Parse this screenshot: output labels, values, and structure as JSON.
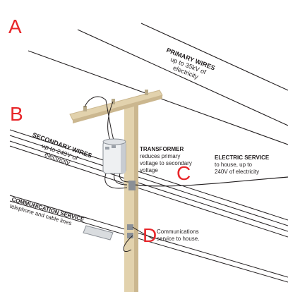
{
  "colors": {
    "marker": "#e8262a",
    "pole": "#e2d2ad",
    "pole_shade": "#cbb78f",
    "wire": "#231f20",
    "text": "#231f20"
  },
  "markers": {
    "a": "A",
    "b": "B",
    "c": "C",
    "d": "D"
  },
  "labels": {
    "primary_title": "PRIMARY WIRES",
    "primary_line1": "up to 35kV of",
    "primary_line2": "electricity",
    "secondary_title": "SECONDARY WIRES",
    "secondary_line1": "up to 240V of",
    "secondary_line2": "electricity",
    "transformer_title": "TRANSFORMER",
    "transformer_line1": "reduces primary",
    "transformer_line2": "voltage to secondary",
    "transformer_line3": "voltage",
    "electric_title": "ELECTRIC SERVICE",
    "electric_line1": "to house, up to",
    "electric_line2": "240V of electricity",
    "comm_service_title": "COMMUNICATION SERVICE",
    "comm_service_line1": "telephone and cable lines",
    "comm_house_line1": "Communications",
    "comm_house_line2": "service to house."
  }
}
